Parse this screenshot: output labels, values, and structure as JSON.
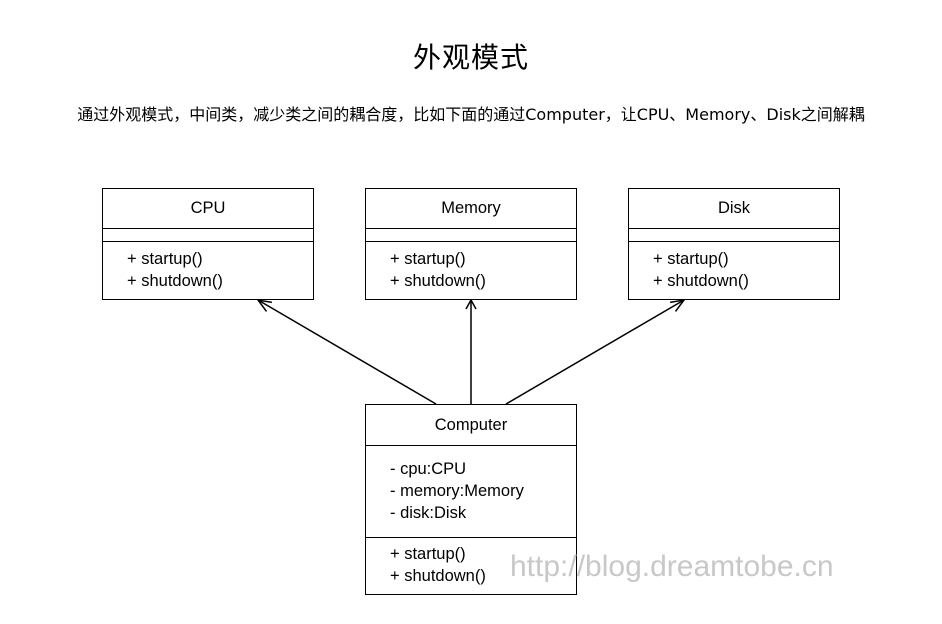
{
  "title": "外观模式",
  "description": "通过外观模式，中间类，减少类之间的耦合度，比如下面的通过Computer，让CPU、Memory、Disk之间解耦",
  "classes": {
    "cpu": {
      "name": "CPU",
      "attributes": [],
      "operations": [
        "+ startup()",
        "+ shutdown()"
      ]
    },
    "memory": {
      "name": "Memory",
      "attributes": [],
      "operations": [
        "+ startup()",
        "+ shutdown()"
      ]
    },
    "disk": {
      "name": "Disk",
      "attributes": [],
      "operations": [
        "+ startup()",
        "+ shutdown()"
      ]
    },
    "computer": {
      "name": "Computer",
      "attributes": [
        "- cpu:CPU",
        "- memory:Memory",
        "- disk:Disk"
      ],
      "operations": [
        "+ startup()",
        "+ shutdown()"
      ]
    }
  },
  "relations": [
    {
      "from": "Computer",
      "to": "CPU",
      "type": "association"
    },
    {
      "from": "Computer",
      "to": "Memory",
      "type": "association"
    },
    {
      "from": "Computer",
      "to": "Disk",
      "type": "association"
    }
  ],
  "watermark": "http://blog.dreamtobe.cn"
}
